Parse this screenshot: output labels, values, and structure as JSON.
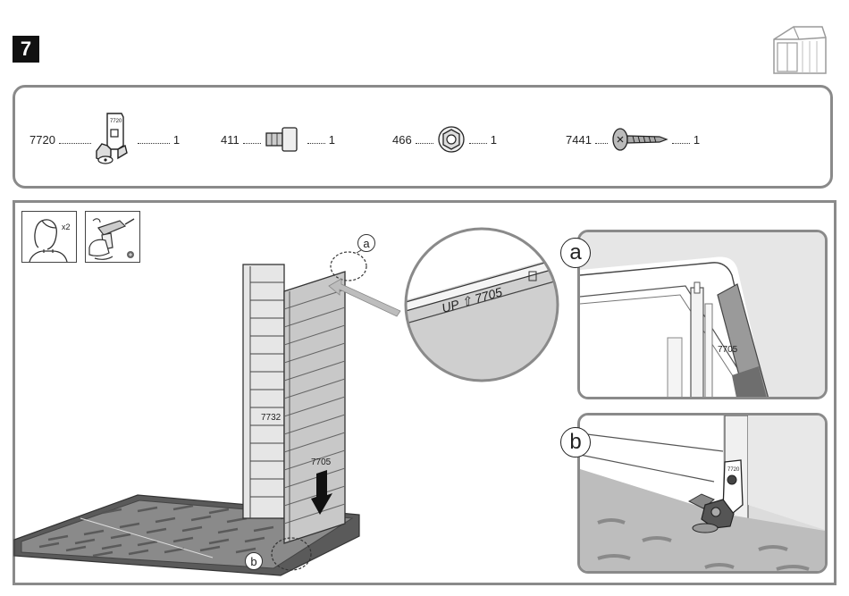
{
  "step": {
    "number": "7"
  },
  "parts": [
    {
      "code": "7720",
      "qty": "1",
      "stamp": "7720"
    },
    {
      "code": "411",
      "qty": "1"
    },
    {
      "code": "466",
      "qty": "1"
    },
    {
      "code": "7441",
      "qty": "1"
    }
  ],
  "tools": {
    "helpers": "x2"
  },
  "callouts": {
    "a": "a",
    "b": "b"
  },
  "panel_labels": {
    "back_panel": "7732",
    "front_panel": "7705"
  },
  "magnifier": {
    "stamp": "UP ⇧ 7705"
  },
  "details": [
    {
      "letter": "a",
      "panel_code": "7705"
    },
    {
      "letter": "b",
      "bracket_stamp": "7720"
    }
  ],
  "colors": {
    "frame": "#8a8a8a",
    "panel_fill": "#c8c8c8",
    "detail_bg": "#dedede"
  }
}
